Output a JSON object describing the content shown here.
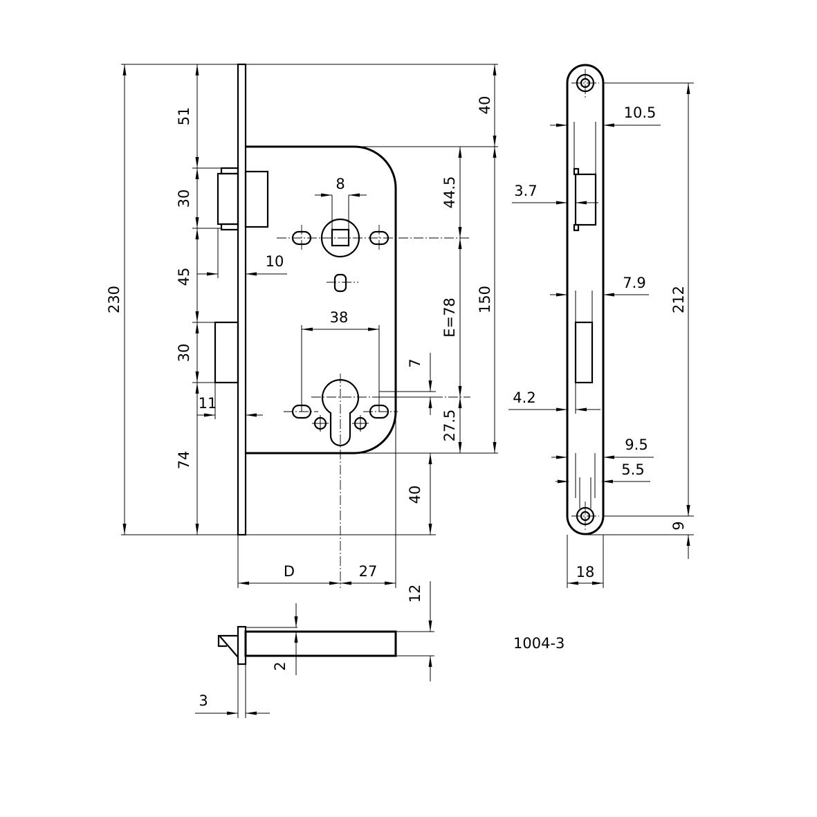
{
  "drawing": {
    "part_number": "1004-3",
    "front_view": {
      "overall_height": "230",
      "top_to_latch": "51",
      "latch_height": "30",
      "latch_to_bolt": "45",
      "bolt_height": "30",
      "bolt_to_bottom": "74",
      "latch_projection": "10",
      "bolt_projection": "11",
      "spindle_square": "8",
      "fixing_hole_spacing": "38",
      "top_to_case": "40",
      "case_to_spindle": "44.5",
      "distance_e": "E=78",
      "case_height": "150",
      "cylinder_offset": "7",
      "cylinder_to_case_bottom": "27.5",
      "case_bottom_to_plate": "40",
      "backset": "D",
      "cylinder_to_case_back": "27"
    },
    "side_view": {
      "latch_width": "10.5",
      "latch_offset": "3.7",
      "bolt_width": "7.9",
      "bolt_offset": "4.2",
      "hole_outer": "9.5",
      "hole_inner": "5.5",
      "hole_spacing": "212",
      "hole_to_end": "9",
      "plate_width": "18"
    },
    "bottom_view": {
      "case_depth": "12",
      "plate_offset": "2",
      "plate_thickness": "3"
    }
  }
}
